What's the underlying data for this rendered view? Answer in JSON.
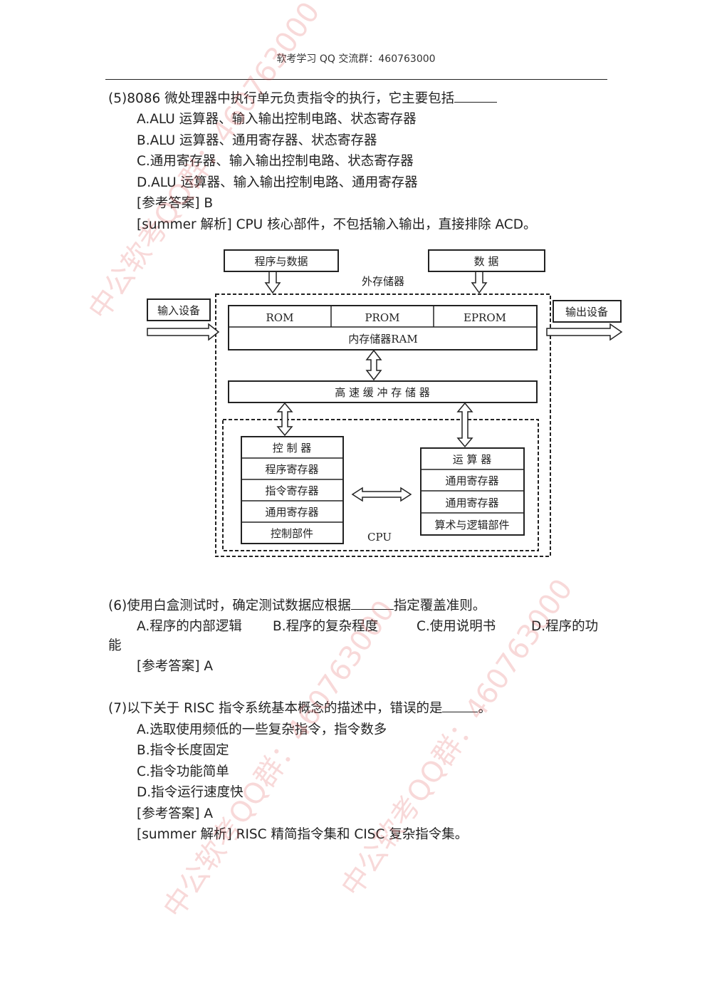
{
  "header": "软考学习 QQ 交流群：460763000",
  "q5": {
    "stem": "(5)8086 微处理器中执行单元负责指令的执行，它主要包括",
    "options": [
      "A.ALU 运算器、输入输出控制电路、状态寄存器",
      "B.ALU 运算器、通用寄存器、状态寄存器",
      "C.通用寄存器、输入输出控制电路、状态寄存器",
      "D.ALU 运算器、输入输出控制电路、通用寄存器"
    ],
    "answer": "[参考答案] B",
    "analysis": "[summer 解析] CPU 核心部件，不包括输入输出，直接排除 ACD。"
  },
  "diagram": {
    "prog_data": "程序与数据",
    "data": "数  据",
    "external_storage": "外存储器",
    "input_device": "输入设备",
    "output_device": "输出设备",
    "rom": "ROM",
    "prom": "PROM",
    "eprom": "EPROM",
    "ram": "内存储器RAM",
    "cache": "高 速 缓 冲 存 储 器",
    "controller": [
      "控 制 器",
      "程序寄存器",
      "指令寄存器",
      "通用寄存器",
      "控制部件"
    ],
    "alu": [
      "运 算 器",
      "通用寄存器",
      "通用寄存器",
      "算术与逻辑部件"
    ],
    "cpu": "CPU"
  },
  "q6": {
    "stem_before": "(6)使用白盒测试时，确定测试数据应根据",
    "stem_after": "指定覆盖准则。",
    "options": [
      "A.程序的内部逻辑",
      "B.程序的复杂程度",
      "C.使用说明书",
      "D.程序的功"
    ],
    "option_wrap": "能",
    "answer": "[参考答案] A"
  },
  "q7": {
    "stem_before": "(7)以下关于 RISC 指令系统基本概念的描述中，错误的是",
    "stem_after": "。",
    "options": [
      "A.选取使用频低的一些复杂指令，指令数多",
      "B.指令长度固定",
      "C.指令功能简单",
      "D.指令运行速度快"
    ],
    "answer": "[参考答案] A",
    "analysis": "[summer 解析] RISC 精简指令集和 CISC 复杂指令集。"
  },
  "watermark": "中公软考QQ群：460763000"
}
